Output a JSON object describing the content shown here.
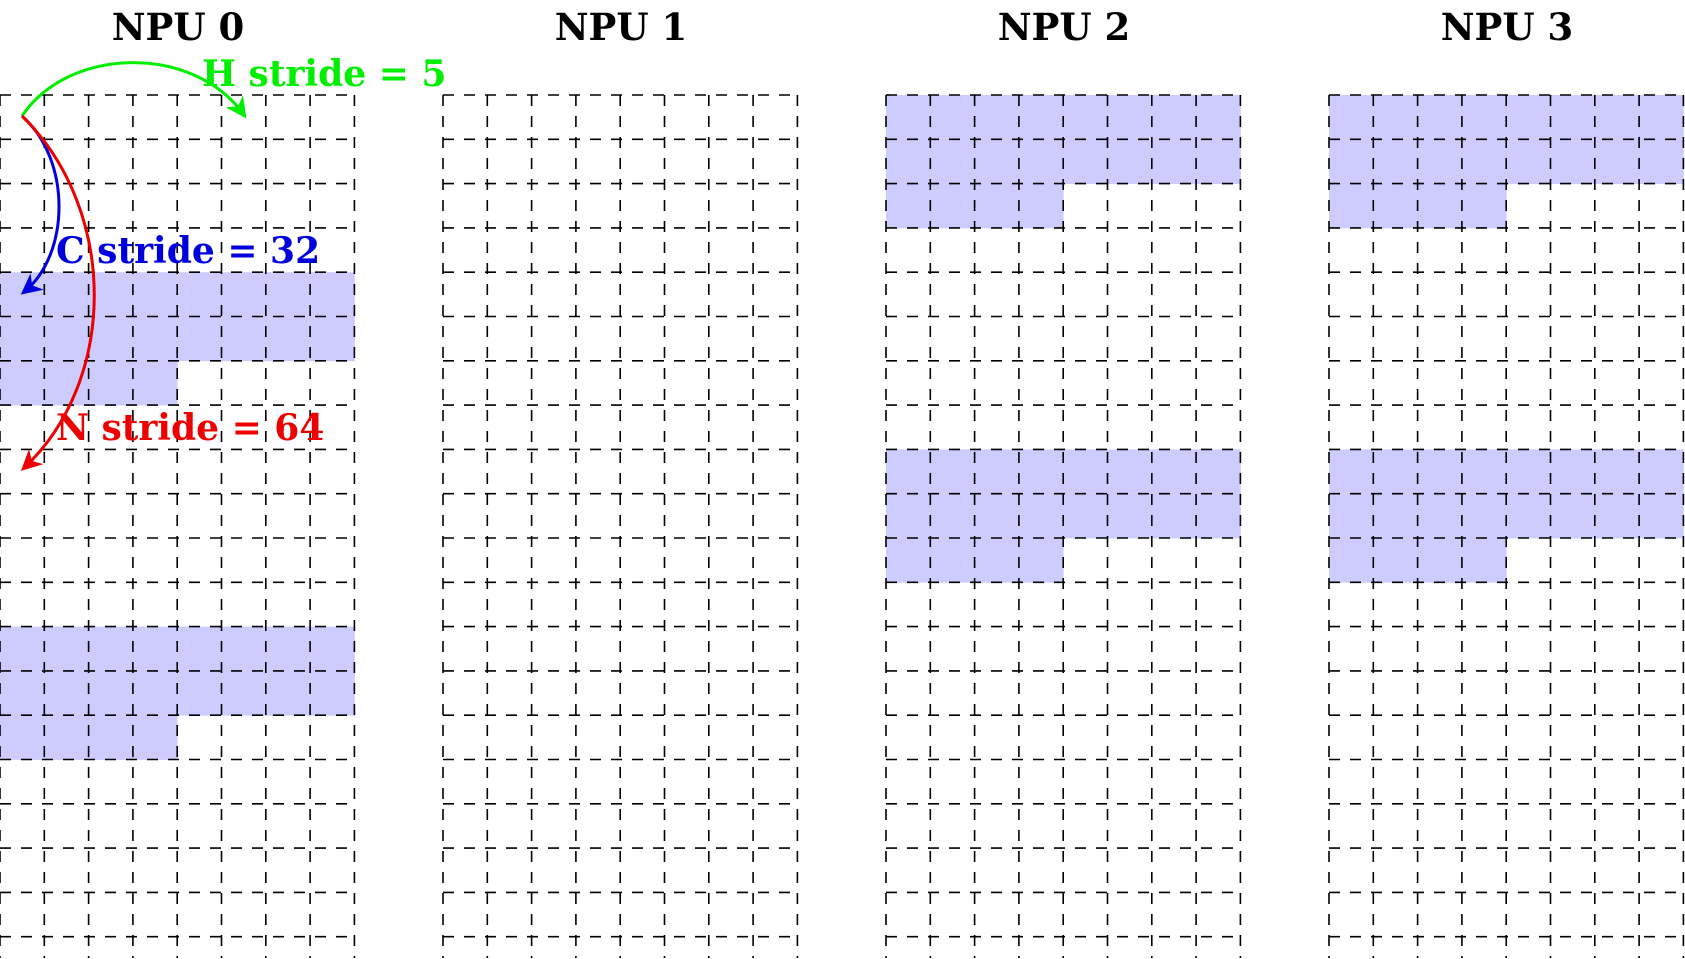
{
  "colors": {
    "fill": "#ccccff",
    "grid": "#000000",
    "h_stride": "#00ee00",
    "c_stride": "#0000dd",
    "n_stride": "#ee0000"
  },
  "grid": {
    "columns": 8,
    "rows": 20
  },
  "npus": [
    {
      "title": "NPU 0",
      "filled_rows": [
        {
          "row": 4,
          "cols": 8
        },
        {
          "row": 5,
          "cols": 8
        },
        {
          "row": 6,
          "cols": 4
        },
        {
          "row": 12,
          "cols": 8
        },
        {
          "row": 13,
          "cols": 8
        },
        {
          "row": 14,
          "cols": 4
        }
      ]
    },
    {
      "title": "NPU 1",
      "filled_rows": []
    },
    {
      "title": "NPU 2",
      "filled_rows": [
        {
          "row": 0,
          "cols": 8
        },
        {
          "row": 1,
          "cols": 8
        },
        {
          "row": 2,
          "cols": 4
        },
        {
          "row": 8,
          "cols": 8
        },
        {
          "row": 9,
          "cols": 8
        },
        {
          "row": 10,
          "cols": 4
        }
      ]
    },
    {
      "title": "NPU 3",
      "filled_rows": [
        {
          "row": 0,
          "cols": 8
        },
        {
          "row": 1,
          "cols": 8
        },
        {
          "row": 2,
          "cols": 4
        },
        {
          "row": 8,
          "cols": 8
        },
        {
          "row": 9,
          "cols": 8
        },
        {
          "row": 10,
          "cols": 4
        }
      ]
    }
  ],
  "strides": {
    "h": "H stride = 5",
    "c": "C stride = 32",
    "n": "N stride = 64"
  }
}
